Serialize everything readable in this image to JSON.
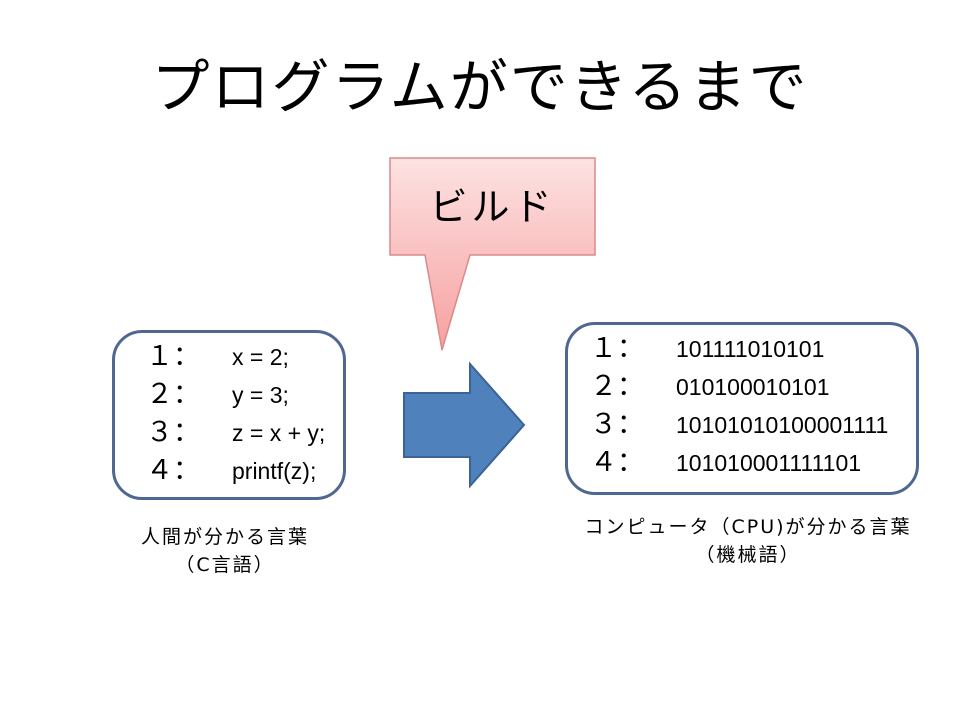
{
  "title": "プログラムができるまで",
  "callout": {
    "label": "ビルド",
    "fill_top": "#fde2e2",
    "fill_bottom": "#f7a0a0",
    "stroke": "#d98a8a"
  },
  "arrow": {
    "fill": "#4f81bd",
    "stroke": "#3a6496"
  },
  "source_box": {
    "border_color": "#4f6791",
    "lines": [
      {
        "num": "１：",
        "code": "x = 2;"
      },
      {
        "num": "２：",
        "code": "y = 3;"
      },
      {
        "num": "３：",
        "code": "z = x + y;"
      },
      {
        "num": "４：",
        "code": "printf(z);"
      }
    ],
    "caption_line1": "人間が分かる言葉",
    "caption_line2": "（C言語）"
  },
  "machine_box": {
    "border_color": "#4f6791",
    "lines": [
      {
        "num": "１：",
        "code": "101111010101"
      },
      {
        "num": "２：",
        "code": "010100010101"
      },
      {
        "num": "３：",
        "code": "10101010100001111"
      },
      {
        "num": "４：",
        "code": "101010001111101"
      }
    ],
    "caption_line1": "コンピュータ（CPU)が分かる言葉",
    "caption_line2": "（機械語）"
  }
}
